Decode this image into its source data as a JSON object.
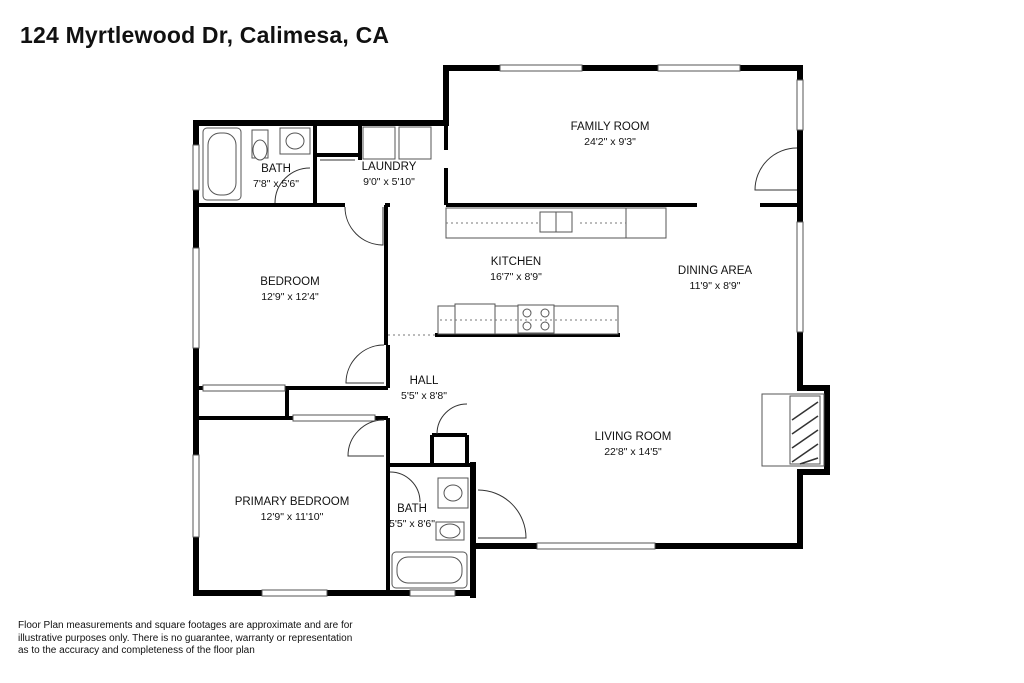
{
  "title": "124 Myrtlewood Dr, Calimesa, CA",
  "rooms": {
    "family_room": {
      "name": "FAMILY ROOM",
      "dims": "24'2\" x 9'3\""
    },
    "laundry": {
      "name": "LAUNDRY",
      "dims": "9'0\" x 5'10\""
    },
    "bath_upper": {
      "name": "BATH",
      "dims": "7'8\" x 5'6\""
    },
    "bedroom": {
      "name": "BEDROOM",
      "dims": "12'9\" x 12'4\""
    },
    "kitchen": {
      "name": "KITCHEN",
      "dims": "16'7\" x 8'9\""
    },
    "dining_area": {
      "name": "DINING AREA",
      "dims": "11'9\" x 8'9\""
    },
    "hall": {
      "name": "HALL",
      "dims": "5'5\" x 8'8\""
    },
    "living_room": {
      "name": "LIVING ROOM",
      "dims": "22'8\" x 14'5\""
    },
    "primary_bedroom": {
      "name": "PRIMARY BEDROOM",
      "dims": "12'9\" x 11'10\""
    },
    "bath_lower": {
      "name": "BATH",
      "dims": "5'5\" x 8'6\""
    }
  },
  "disclaimer": {
    "line1": "Floor Plan measurements and square footages are approximate and are for",
    "line2": "illustrative purposes only. There is no guarantee, warranty or representation",
    "line3": "as to the accuracy and completeness of the floor plan"
  }
}
